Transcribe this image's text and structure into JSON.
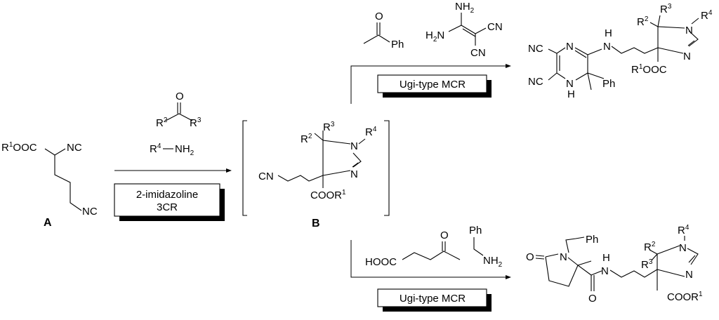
{
  "scheme": {
    "compound_A": {
      "label": "A",
      "ester": "R",
      "ester_sup": "1",
      "ester_rest": "OOC",
      "isocyanide_1": "NC",
      "isocyanide_2": "NC"
    },
    "step1": {
      "reagent_ketone_O": "O",
      "reagent_ketone_R2": "R",
      "reagent_ketone_R2_sup": "2",
      "reagent_ketone_R3": "R",
      "reagent_ketone_R3_sup": "3",
      "reagent_amine_R": "R",
      "reagent_amine_sup": "4",
      "reagent_amine_NH": "NH",
      "reagent_amine_sub": "2",
      "box_line1": "2-imidazoline",
      "box_line2": "3CR"
    },
    "compound_B": {
      "label": "B",
      "CN": "CN",
      "R3": "R",
      "R3_sup": "3",
      "R2": "R",
      "R2_sup": "2",
      "R4": "R",
      "R4_sup": "4",
      "N1": "N",
      "N2": "N",
      "COOR": "COOR",
      "COOR_sup": "1"
    },
    "step2_top": {
      "ketone_O": "O",
      "ketone_Ph": "Ph",
      "diamine_NH2_top": "NH",
      "diamine_NH2_top_sub": "2",
      "diamine_H2N": "H",
      "diamine_H2N_sub": "2",
      "diamine_H2N_N": "N",
      "diamine_CN1": "CN",
      "diamine_CN2": "CN",
      "box_label": "Ugi-type MCR"
    },
    "product_top": {
      "NC1": "NC",
      "NC2": "NC",
      "N_ring": "N",
      "NH_ring_N": "N",
      "NH_ring_H": "H",
      "Ph": "Ph",
      "NH_link_H": "H",
      "NH_link_N": "N",
      "R3": "R",
      "R3_sup": "3",
      "R2": "R",
      "R2_sup": "2",
      "R4": "R",
      "R4_sup": "4",
      "N1": "N",
      "N2": "N",
      "ester_R": "R",
      "ester_sup": "1",
      "ester_rest": "OOC"
    },
    "step2_bottom": {
      "acid": "HOOC",
      "ketone_O": "O",
      "amine_Ph": "Ph",
      "amine_NH": "NH",
      "amine_sub": "2",
      "box_label": "Ugi-type MCR"
    },
    "product_bottom": {
      "O_lactam": "O",
      "N_lactam": "N",
      "Ph": "Ph",
      "amide_O": "O",
      "NH_H": "H",
      "NH_N": "N",
      "R4": "R",
      "R4_sup": "4",
      "R2": "R",
      "R2_sup": "2",
      "R3": "R",
      "R3_sup": "3",
      "N1": "N",
      "N2": "N",
      "COOR": "COOR",
      "COOR_sup": "1"
    }
  }
}
